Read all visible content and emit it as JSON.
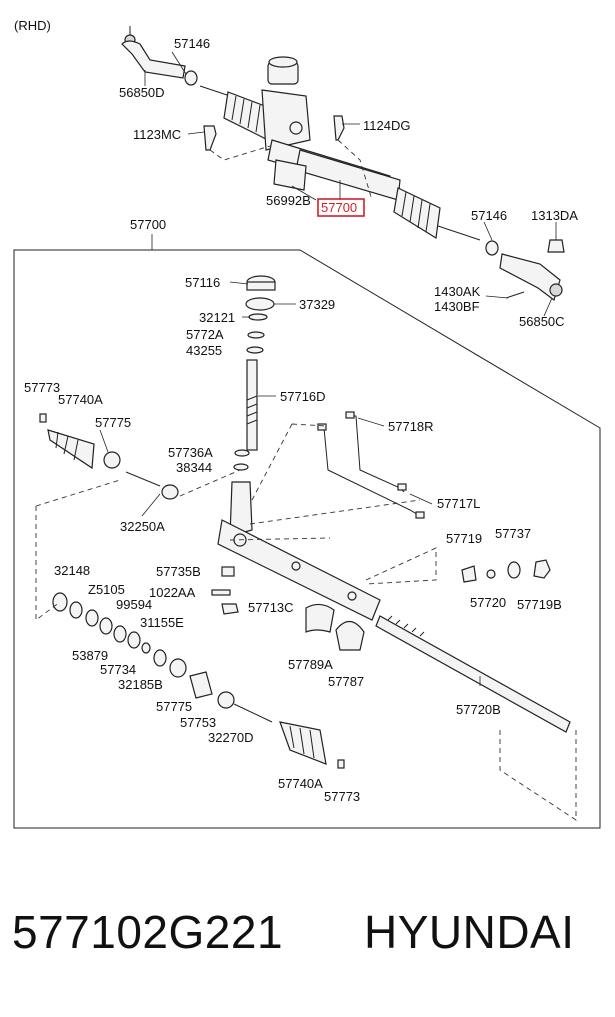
{
  "diagram": {
    "variant_label": "(RHD)",
    "assembly_callout": "57700",
    "highlighted_callout": "57700",
    "highlight_color": "#d0202a",
    "top_assembly_labels": [
      "57146",
      "56850D",
      "1123MC",
      "1124DG",
      "56992B",
      "57146",
      "1313DA",
      "1430AK",
      "1430BF",
      "56850C"
    ],
    "exploded_labels": [
      "57116",
      "37329",
      "32121",
      "5772A",
      "43255",
      "57773",
      "57740A",
      "57775",
      "57716D",
      "57718R",
      "57736A",
      "38344",
      "32250A",
      "57717L",
      "57719",
      "57737",
      "32148",
      "57735B",
      "57720",
      "57719B",
      "Z5105",
      "1022AA",
      "57713C",
      "99594",
      "31155E",
      "53879",
      "57734",
      "32185B",
      "57789A",
      "57787",
      "57775",
      "57753",
      "32270D",
      "57720B",
      "57740A",
      "57773"
    ]
  },
  "footer": {
    "part_number": "577102G221",
    "brand": "HYUNDAI"
  }
}
